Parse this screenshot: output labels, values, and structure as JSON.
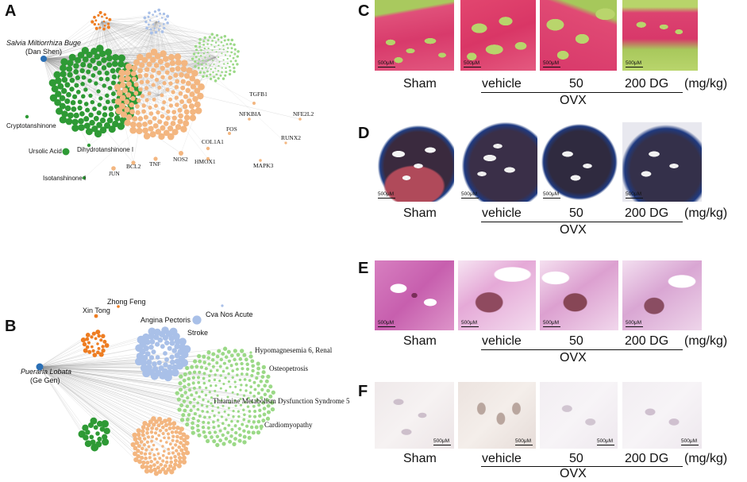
{
  "panels": {
    "a": "A",
    "b": "B",
    "c": "C",
    "d": "D",
    "e": "E",
    "f": "F"
  },
  "network_a": {
    "herb_name": "Salvia Miltiorrhiza Buge",
    "herb_common": "(Dan Shen)",
    "compounds": [
      "Cryptotanshinone",
      "Ursolic Acid",
      "Dihydrotanshinone I",
      "Isotanshinone I"
    ],
    "genes": [
      "TGFB1",
      "NFKBIA",
      "NFE2L2",
      "FOS",
      "RUNX2",
      "COL1A1",
      "NOS2",
      "HMOX1",
      "MAPK3",
      "JUN",
      "BCL2",
      "TNF"
    ]
  },
  "network_b": {
    "herb_name": "Pueraria Lobata",
    "herb_common": "(Ge Gen)",
    "labels_sans": [
      "Zhong Feng",
      "Xin Tong",
      "Angina Pectoris",
      "Cva Nos Acute",
      "Stroke"
    ],
    "labels_serif": [
      "Hypomagnesemia 6, Renal",
      "Osteopetrosis",
      "Thiamine Metabolism Dysfunction Syndrome 5",
      "Cardiomyopathy"
    ]
  },
  "histology": {
    "scale_bar": "500μM",
    "groups": [
      "Sham",
      "vehicle",
      "50",
      "200 DG",
      "(mg/kg)"
    ],
    "ovx": "OVX"
  },
  "colors": {
    "herb": "#2a6fb5",
    "compound": "#2e9a35",
    "target": "#f3b680",
    "disease_orange": "#ee7d22",
    "disease_blue": "#a9c0e8",
    "disease_green": "#9bd987",
    "edge": "#9a9a9a"
  }
}
